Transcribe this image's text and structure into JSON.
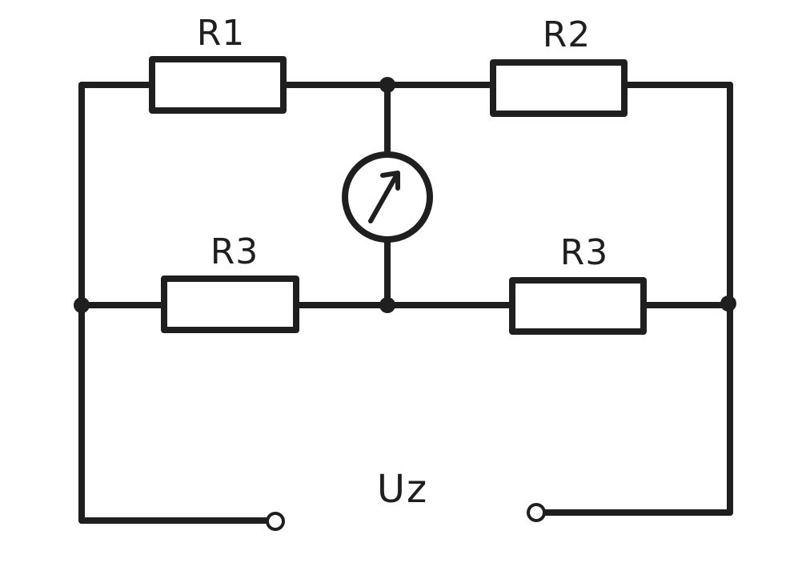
{
  "diagram": {
    "resistors": {
      "top_left": {
        "label": "R1"
      },
      "top_right": {
        "label": "R2"
      },
      "bottom_left": {
        "label": "R3"
      },
      "bottom_right": {
        "label": "R3"
      }
    },
    "meter": {
      "icon": "galvanometer-icon"
    },
    "supply": {
      "label": "Uz"
    }
  },
  "colors": {
    "ink": "#1f1f1f",
    "background": "#ffffff"
  }
}
